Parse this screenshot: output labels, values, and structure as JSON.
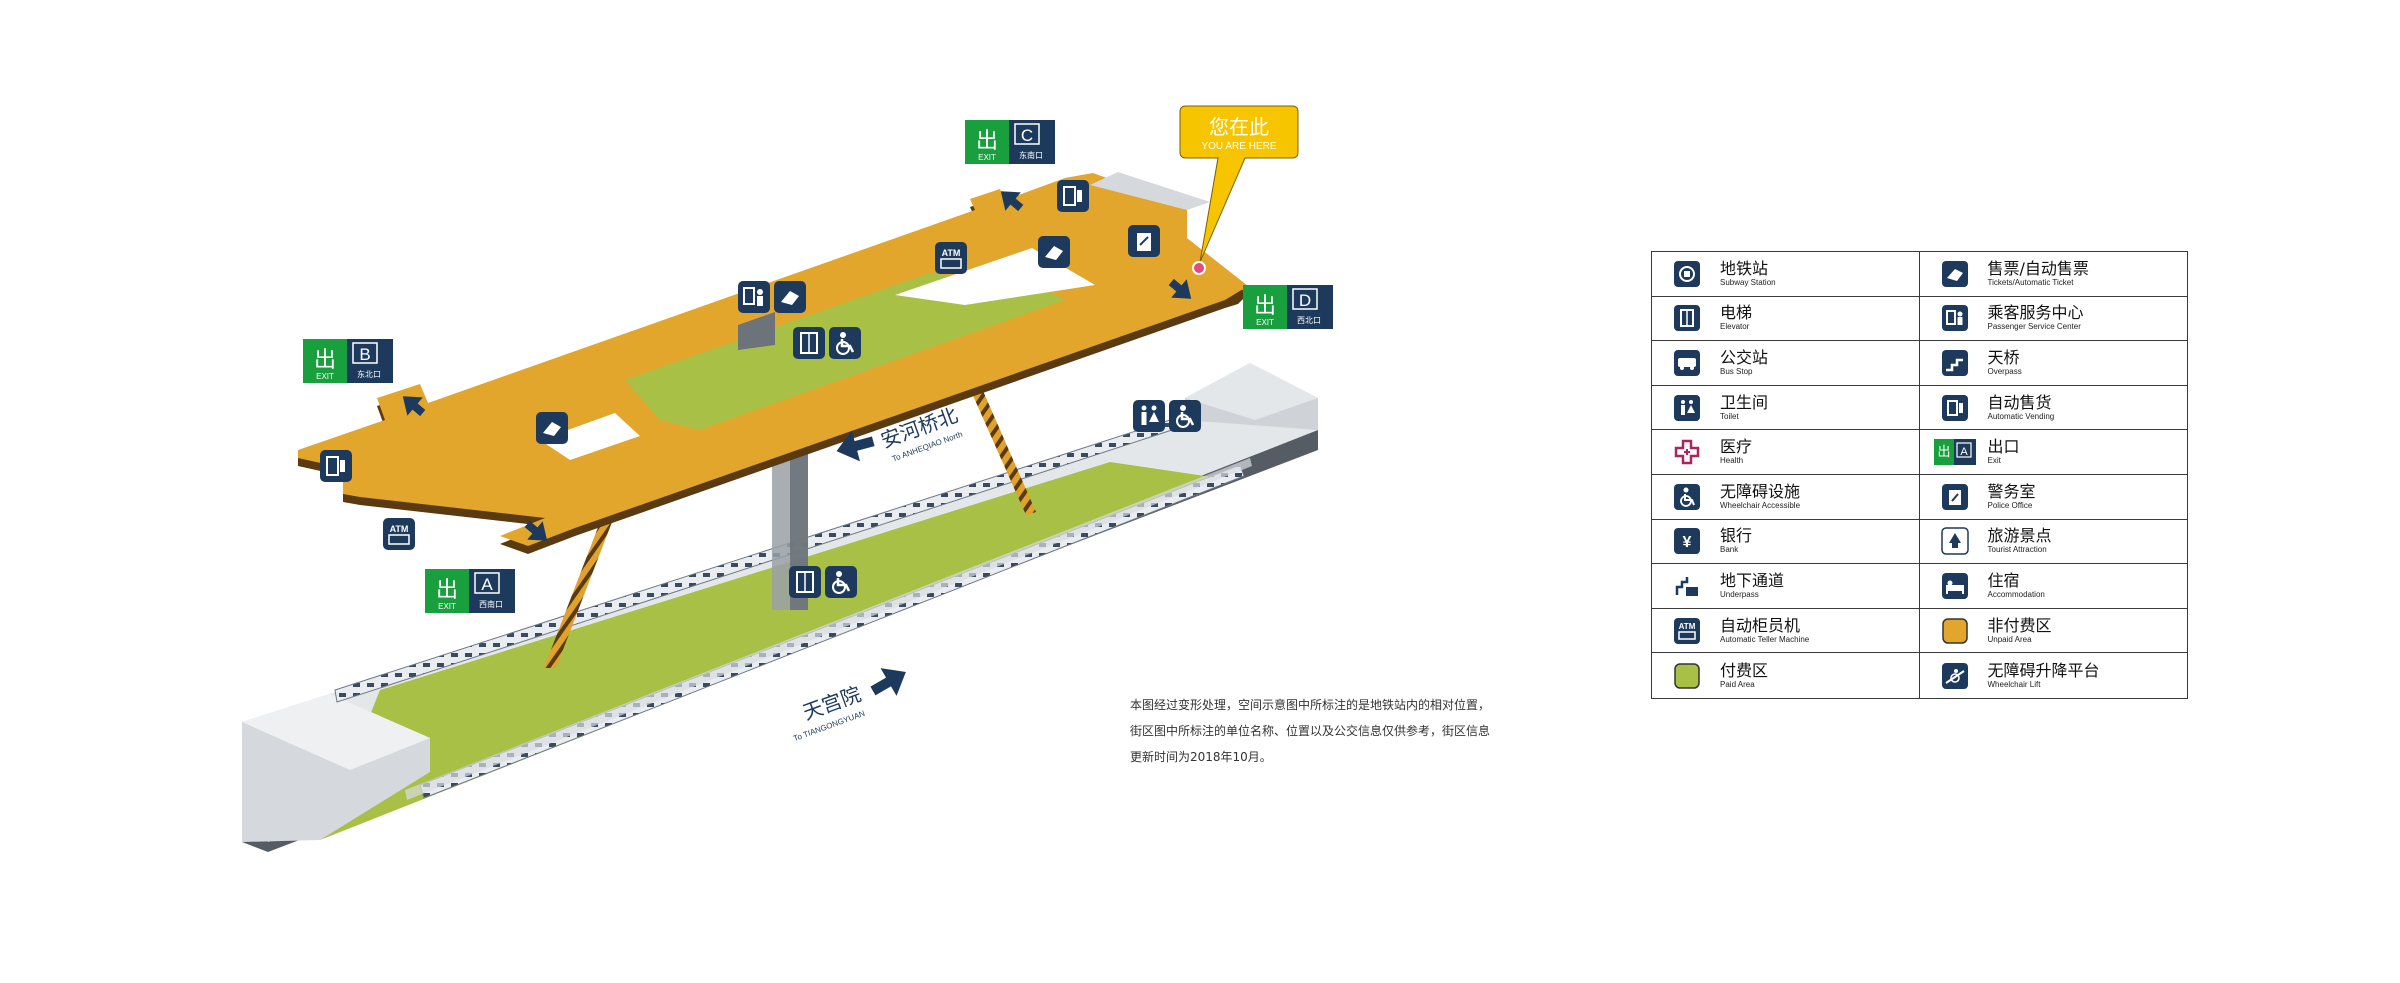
{
  "colors": {
    "navy": "#1d3a5c",
    "unpaid": "#e1a62b",
    "paid": "#a8c045",
    "exit_green": "#1a9f3f",
    "callout": "#f7c500"
  },
  "you_are_here": {
    "cn": "您在此",
    "en": "YOU ARE HERE"
  },
  "exits": [
    {
      "id": "exit-a",
      "letter": "A",
      "exit_label": "EXIT",
      "cn": "西南口"
    },
    {
      "id": "exit-b",
      "letter": "B",
      "exit_label": "EXIT",
      "cn": "东北口"
    },
    {
      "id": "exit-c",
      "letter": "C",
      "exit_label": "EXIT",
      "cn": "东南口"
    },
    {
      "id": "exit-d",
      "letter": "D",
      "exit_label": "EXIT",
      "cn": "西北口"
    }
  ],
  "exit_sign_cn": "出",
  "directions": {
    "north": {
      "cn": "安河桥北",
      "en": "To ANHEQIAO North"
    },
    "south": {
      "cn": "天宫院",
      "en": "To TIANGONGYUAN"
    }
  },
  "icon_labels": {
    "atm": "ATM"
  },
  "note": "本图经过变形处理，空间示意图中所标注的是地铁站内的相对位置，街区图中所标注的单位名称、位置以及公交信息仅供参考，街区信息更新时间为2018年10月。",
  "legend": [
    {
      "icon": "subway-station-icon",
      "cn": "地铁站",
      "en": "Subway Station"
    },
    {
      "icon": "ticket-vending-icon",
      "cn": "售票/自动售票",
      "en": "Tickets/Automatic Ticket"
    },
    {
      "icon": "elevator-icon",
      "cn": "电梯",
      "en": "Elevator"
    },
    {
      "icon": "service-center-icon",
      "cn": "乘客服务中心",
      "en": "Passenger Service Center"
    },
    {
      "icon": "bus-stop-icon",
      "cn": "公交站",
      "en": "Bus Stop"
    },
    {
      "icon": "overpass-icon",
      "cn": "天桥",
      "en": "Overpass"
    },
    {
      "icon": "toilet-icon",
      "cn": "卫生间",
      "en": "Toilet"
    },
    {
      "icon": "vending-icon",
      "cn": "自动售货",
      "en": "Automatic Vending"
    },
    {
      "icon": "health-icon",
      "cn": "医疗",
      "en": "Health"
    },
    {
      "icon": "exit-icon",
      "cn": "出口",
      "en": "Exit",
      "exit_letter": "A"
    },
    {
      "icon": "wheelchair-icon",
      "cn": "无障碍设施",
      "en": "Wheelchair Accessible"
    },
    {
      "icon": "police-icon",
      "cn": "警务室",
      "en": "Police Office"
    },
    {
      "icon": "bank-icon",
      "cn": "银行",
      "en": "Bank"
    },
    {
      "icon": "tourist-icon",
      "cn": "旅游景点",
      "en": "Tourist Attraction"
    },
    {
      "icon": "underpass-icon",
      "cn": "地下通道",
      "en": "Underpass"
    },
    {
      "icon": "accommodation-icon",
      "cn": "住宿",
      "en": "Accommodation"
    },
    {
      "icon": "atm-icon",
      "cn": "自动柜员机",
      "en": "Automatic Teller Machine"
    },
    {
      "icon": "unpaid-area-swatch",
      "cn": "非付费区",
      "en": "Unpaid Area"
    },
    {
      "icon": "paid-area-swatch",
      "cn": "付费区",
      "en": "Paid Area"
    },
    {
      "icon": "wheelchair-lift-icon",
      "cn": "无障碍升降平台",
      "en": "Wheelchair Lift"
    }
  ],
  "legend_symbols": {
    "bank": "¥"
  }
}
